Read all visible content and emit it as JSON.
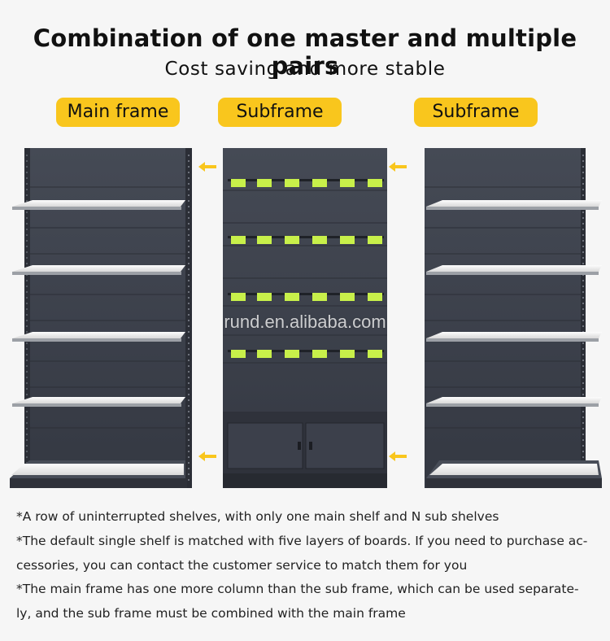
{
  "heading": {
    "title": "Combination of one master and multiple pairs",
    "subtitle": "Cost saving and more stable"
  },
  "labels": {
    "main_frame": "Main frame",
    "subframe_1": "Subframe",
    "subframe_2": "Subframe"
  },
  "watermark": "rund.en.alibaba.com",
  "notes": [
    "*A row of uninterrupted shelves, with only one main shelf and N sub shelves",
    "*The default single shelf is matched with five layers of boards. If you need to purchase ac-",
    "cessories, you can contact the customer service to match them for you",
    "*The main frame has one more column than the sub frame, which can be used separate-",
    "ly, and the sub frame must be combined with the main frame"
  ],
  "colors": {
    "label_bg": "#f9c61d",
    "arrow": "#f9c61d",
    "panel": "#3b3f4a",
    "shelf_board": "#f1f1f1",
    "price_tag": "#c8f04a"
  }
}
